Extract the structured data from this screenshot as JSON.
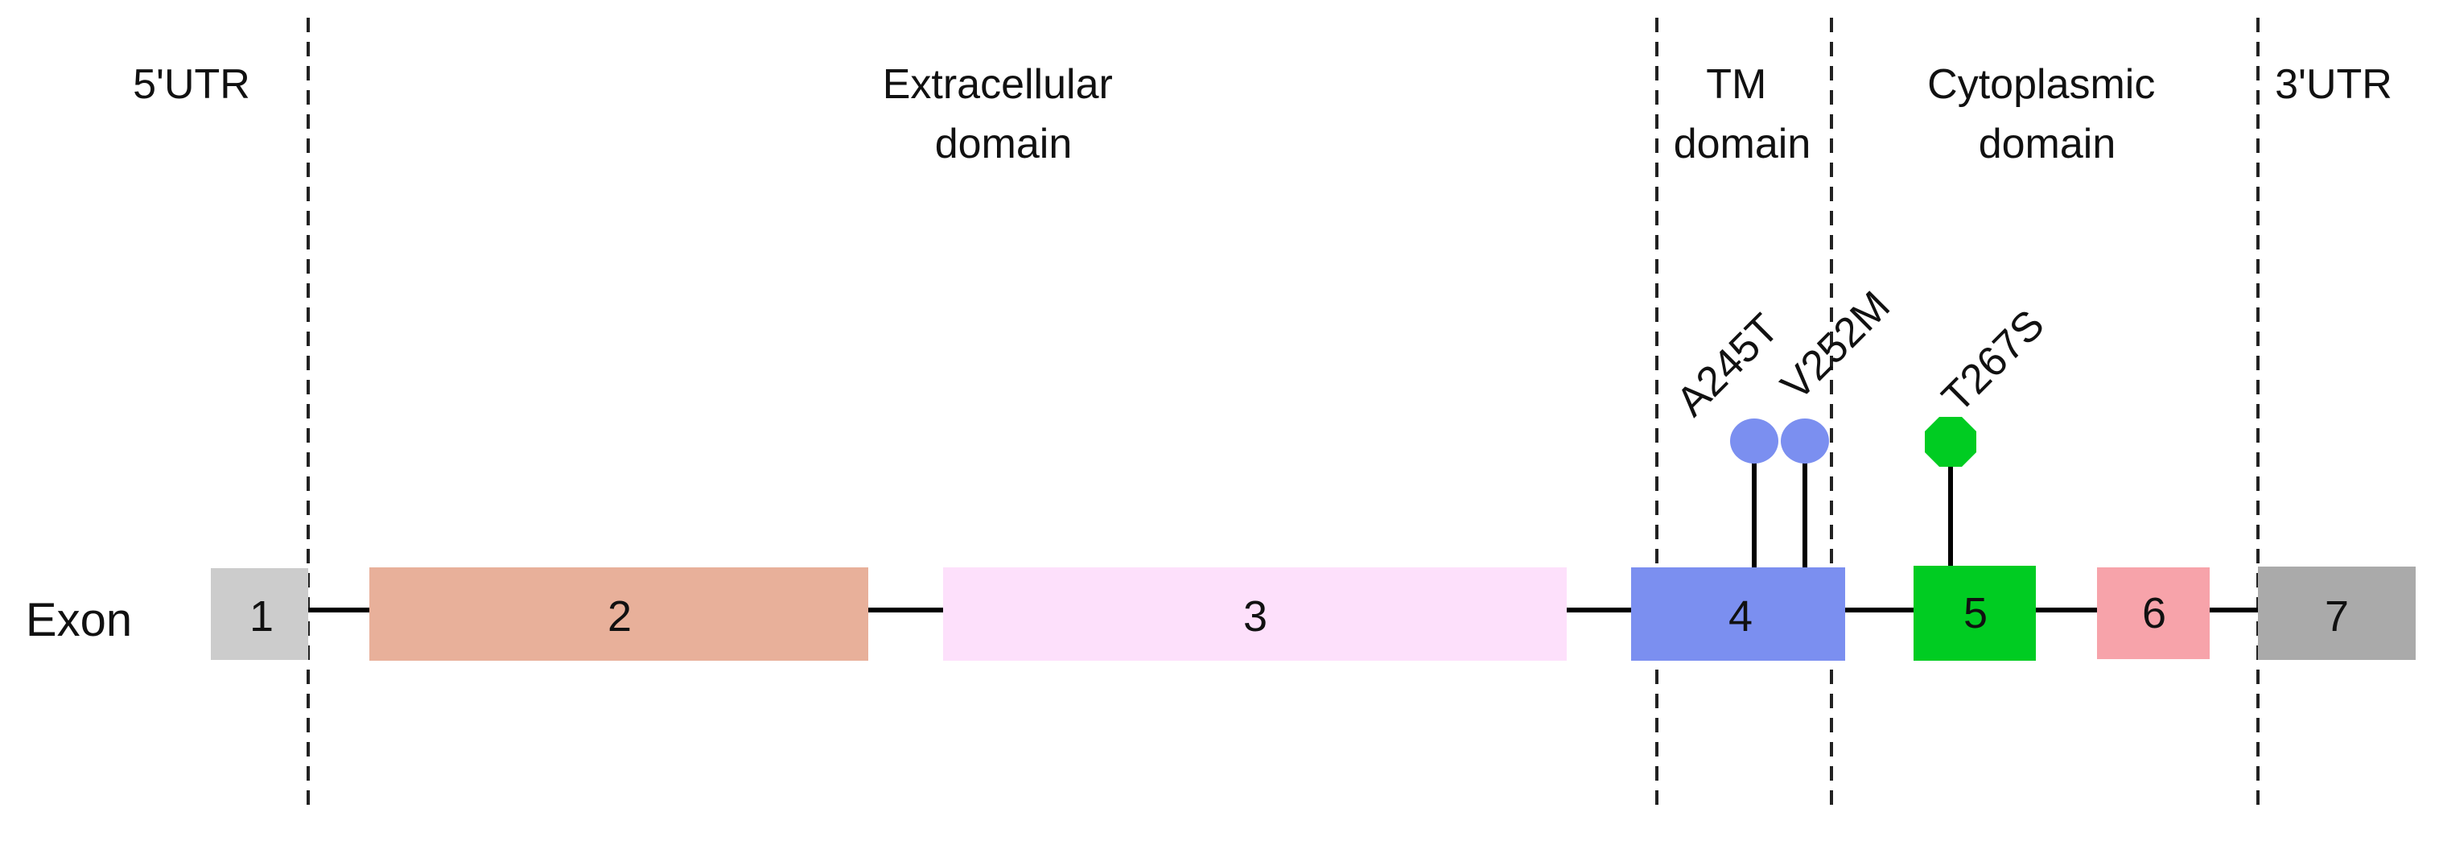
{
  "regions": [
    {
      "id": "utr5",
      "lines": [
        "5'UTR"
      ]
    },
    {
      "id": "extracellular",
      "lines": [
        "Extracellular",
        "domain"
      ]
    },
    {
      "id": "tm",
      "lines": [
        "TM",
        "domain"
      ]
    },
    {
      "id": "cytoplasmic",
      "lines": [
        "Cytoplasmic",
        "domain"
      ]
    },
    {
      "id": "utr3",
      "lines": [
        "3'UTR"
      ]
    }
  ],
  "row_label": "Exon",
  "exons": [
    {
      "label": "1",
      "color": "#cccccc"
    },
    {
      "label": "2",
      "color": "#e8b09a"
    },
    {
      "label": "3",
      "color": "#fde0fb"
    },
    {
      "label": "4",
      "color": "#7b8ff0"
    },
    {
      "label": "5",
      "color": "#00cc22"
    },
    {
      "label": "6",
      "color": "#f7a3aa"
    },
    {
      "label": "7",
      "color": "#aaaaaa"
    }
  ],
  "variants": [
    {
      "label": "A245T",
      "exon": "4",
      "marker": "circle",
      "color": "#7b8ff0"
    },
    {
      "label": "V252M",
      "exon": "4",
      "marker": "circle",
      "color": "#7b8ff0"
    },
    {
      "label": "T267S",
      "exon": "5",
      "marker": "hexagon",
      "color": "#00cc22"
    }
  ]
}
